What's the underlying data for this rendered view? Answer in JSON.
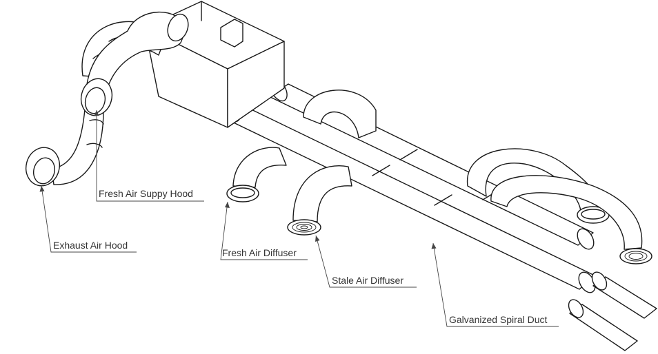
{
  "labels": {
    "fresh_air_supply_hood": "Fresh Air Suppy Hood",
    "exhaust_air_hood": "Exhaust Air Hood",
    "fresh_air_diffuser": "Fresh Air Diffuser",
    "stale_air_diffuser": "Stale Air Diffuser",
    "galvanized_spiral_duct": "Galvanized Spiral Duct"
  },
  "colors": {
    "line": "#1a1a1a",
    "label_text": "#333333",
    "background": "#ffffff"
  }
}
